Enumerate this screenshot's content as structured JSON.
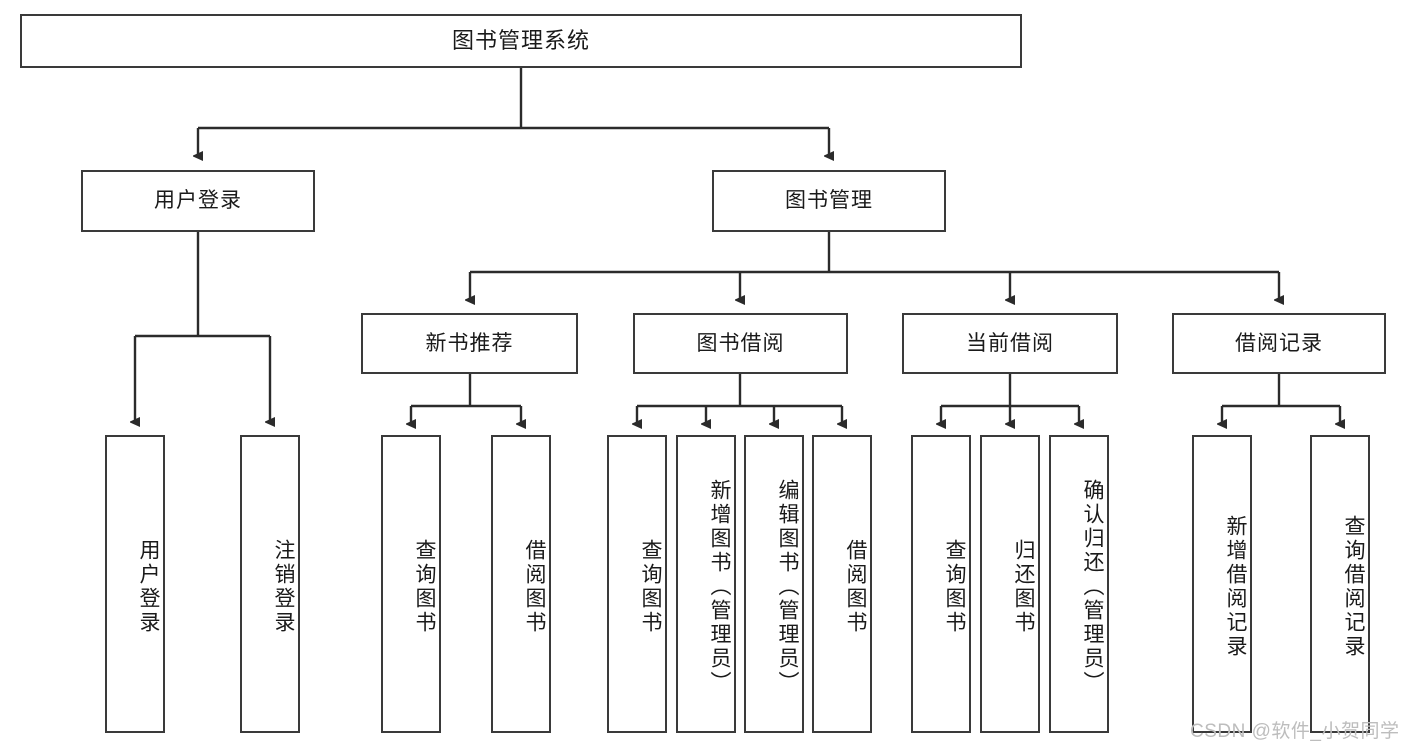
{
  "diagram": {
    "title": "图书管理系统",
    "type": "tree",
    "root": {
      "label": "图书管理系统"
    },
    "level1": [
      {
        "label": "用户登录"
      },
      {
        "label": "图书管理"
      }
    ],
    "level2": [
      {
        "label": "新书推荐"
      },
      {
        "label": "图书借阅"
      },
      {
        "label": "当前借阅"
      },
      {
        "label": "借阅记录"
      }
    ],
    "leaves": {
      "user_login": [
        {
          "label": "用户登录"
        },
        {
          "label": "注销登录"
        }
      ],
      "new_book_recommend": [
        {
          "label": "查询图书"
        },
        {
          "label": "借阅图书"
        }
      ],
      "book_borrow": [
        {
          "label": "查询图书"
        },
        {
          "label": "新增图书（管理员）"
        },
        {
          "label": "编辑图书（管理员）"
        },
        {
          "label": "借阅图书"
        }
      ],
      "current_borrow": [
        {
          "label": "查询图书"
        },
        {
          "label": "归还图书"
        },
        {
          "label": "确认归还（管理员）"
        }
      ],
      "borrow_record": [
        {
          "label": "新增借阅记录"
        },
        {
          "label": "查询借阅记录"
        }
      ]
    }
  },
  "watermark": {
    "text": "CSDN @软件_小贺同学"
  },
  "colors": {
    "stroke": "#3a3a3a",
    "text": "#1a1a1a",
    "background": "#ffffff",
    "watermark": "#bdbdbd"
  }
}
